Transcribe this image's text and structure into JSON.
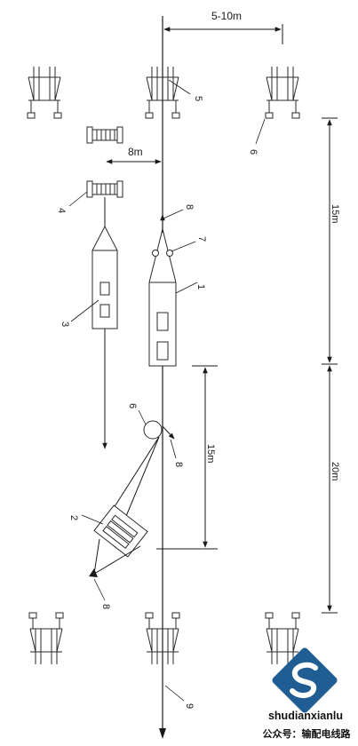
{
  "dimensions": {
    "top_span": "5-10m",
    "side_offset": "8m",
    "upper_span": "15m",
    "lower_span": "20m",
    "vertical_span": "15m"
  },
  "callouts": {
    "c1": "1",
    "c2": "2",
    "c3": "3",
    "c4": "4",
    "c5": "5",
    "c6_top": "6",
    "c6_mid": "6",
    "c7": "7",
    "c8_top": "8",
    "c8_mid": "8",
    "c8_bottom": "8",
    "c9": "9"
  },
  "watermark": {
    "brand": "shudianxianlu",
    "account": "公众号：输配电线路"
  },
  "colors": {
    "line": "#2a2a2a",
    "logo_blue": "#1f5d93"
  }
}
